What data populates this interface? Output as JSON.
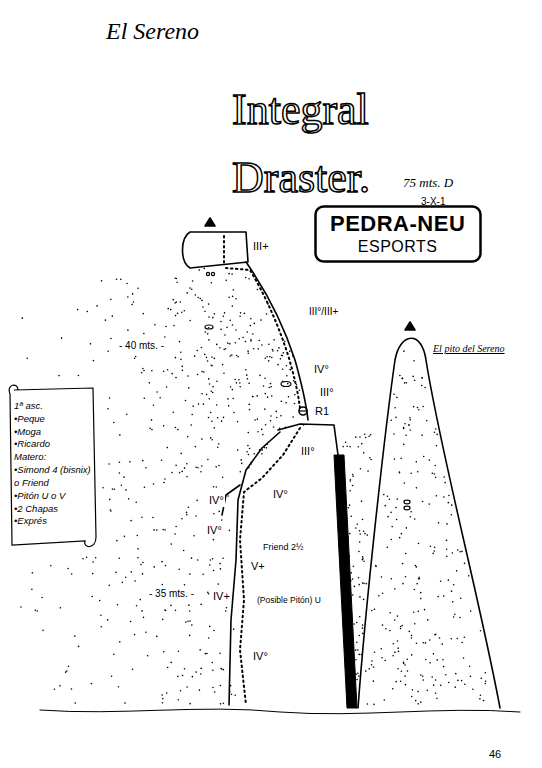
{
  "diagram": {
    "title": "Integral Draster.",
    "nodes": [
      {
        "text": [
          "PEDRA-NEU",
          "ESPORTS"
        ]
      },
      {
        "text": [
          "1ª asc.",
          "•Peque",
          "•Moga",
          "•Ricardo",
          "Matero:",
          "•Simond 4 (bisnix)",
          "o Friend",
          "•Pitón U o V",
          "•2 Chapas",
          "•Exprés"
        ]
      }
    ],
    "labels": [
      "El Sereno",
      "75 mts. D",
      "3-X-1",
      "III+",
      "III°/III+",
      "- 40 mts. -",
      "IV°",
      "III°",
      "R1",
      "El pito del Sereno",
      "III°",
      "IV°",
      "IV°",
      "IV°",
      "Friend 2½",
      "V+",
      "- 35 mts. -",
      "IV+",
      "(Posible Pitón) U",
      "IV°",
      "46"
    ]
  }
}
